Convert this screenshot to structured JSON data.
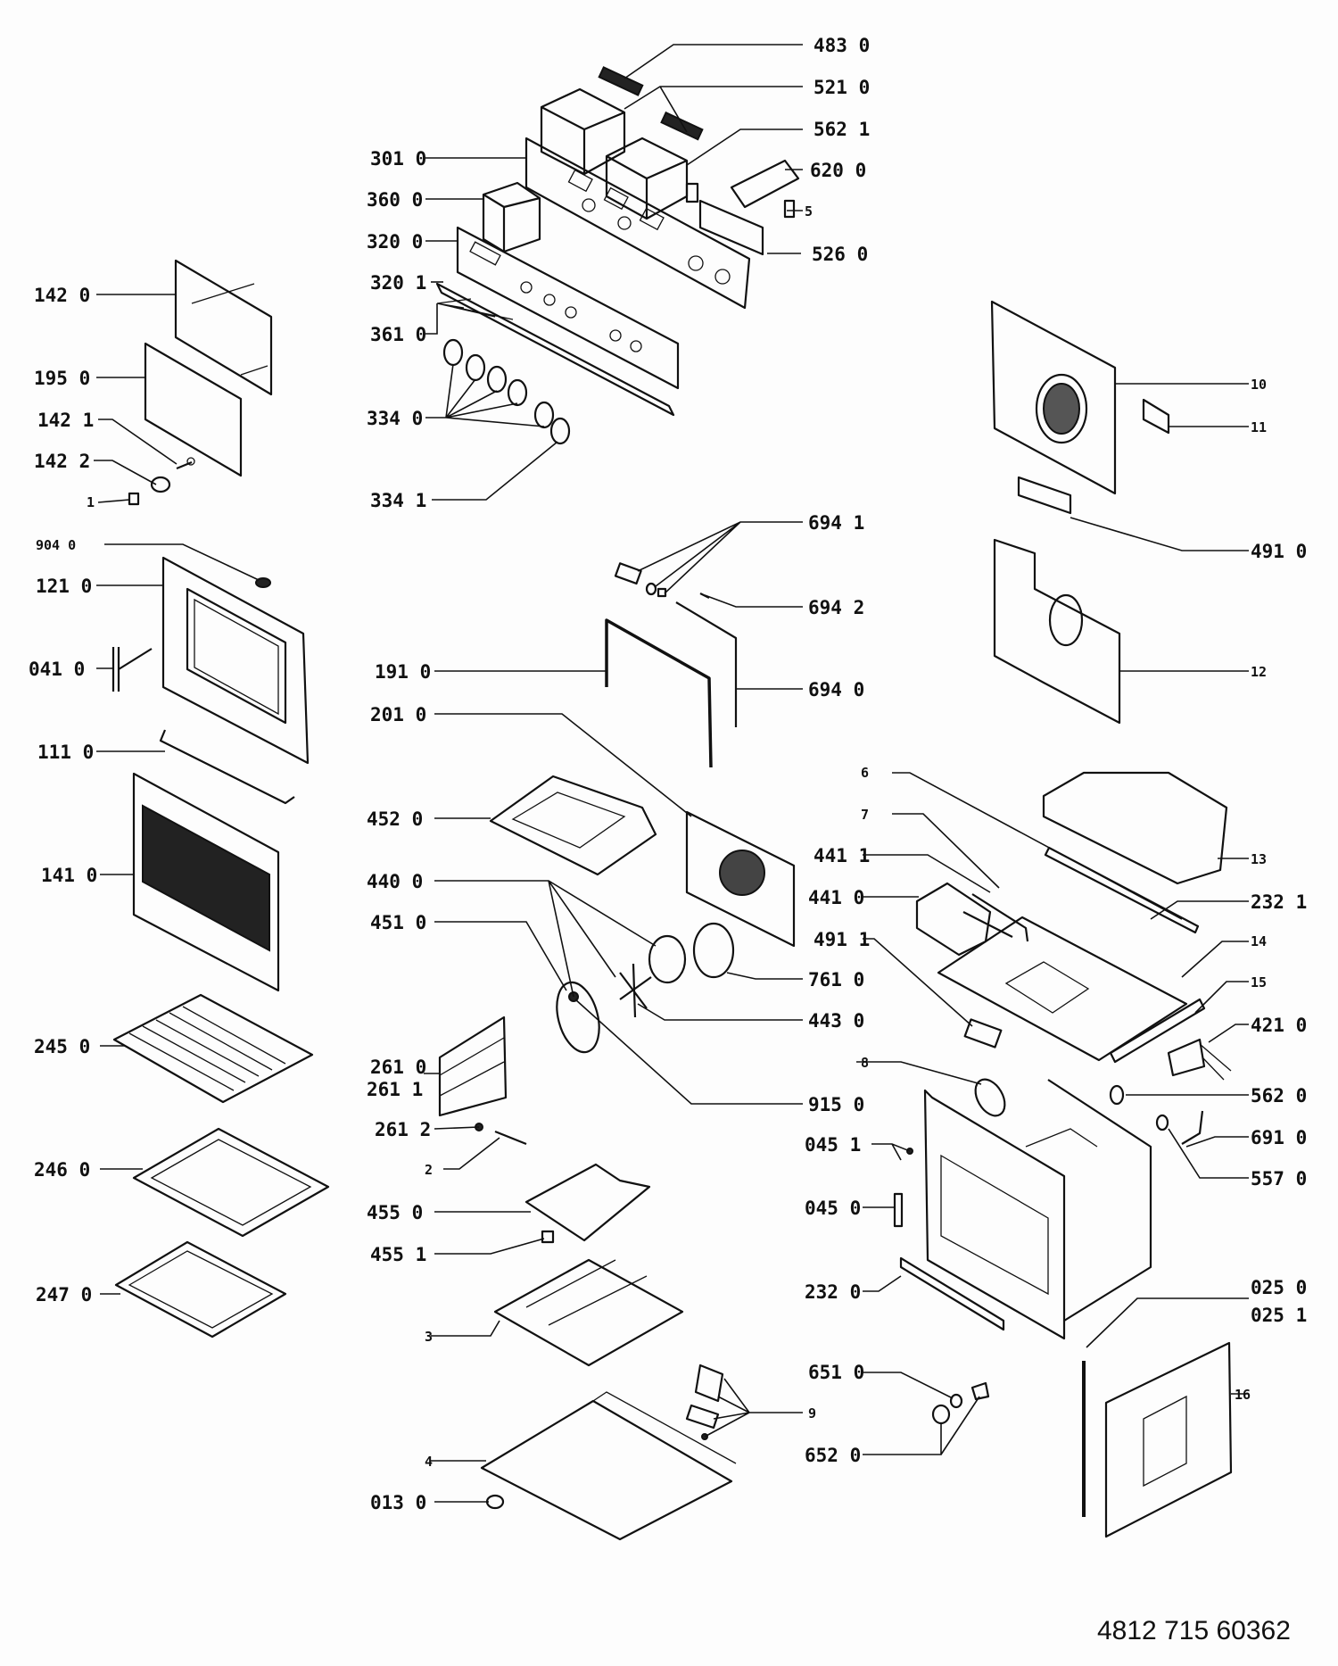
{
  "document": {
    "type": "exploded parts diagram",
    "subject": "built-in oven",
    "document_number": "4812 715 60362"
  },
  "callouts": [
    {
      "id": "c-483-0",
      "text": "483 0"
    },
    {
      "id": "c-521-0",
      "text": "521 0"
    },
    {
      "id": "c-562-1",
      "text": "562 1"
    },
    {
      "id": "c-620-0",
      "text": "620 0"
    },
    {
      "id": "c-5",
      "text": "5"
    },
    {
      "id": "c-526-0",
      "text": "526 0"
    },
    {
      "id": "c-301-0",
      "text": "301 0"
    },
    {
      "id": "c-360-0",
      "text": "360 0"
    },
    {
      "id": "c-320-0",
      "text": "320 0"
    },
    {
      "id": "c-320-1",
      "text": "320 1"
    },
    {
      "id": "c-361-0",
      "text": "361 0"
    },
    {
      "id": "c-334-0",
      "text": "334 0"
    },
    {
      "id": "c-334-1",
      "text": "334 1"
    },
    {
      "id": "c-142-0",
      "text": "142 0"
    },
    {
      "id": "c-195-0",
      "text": "195 0"
    },
    {
      "id": "c-142-1",
      "text": "142 1"
    },
    {
      "id": "c-142-2",
      "text": "142 2"
    },
    {
      "id": "c-1",
      "text": "1"
    },
    {
      "id": "c-904-0",
      "text": "904 0"
    },
    {
      "id": "c-121-0",
      "text": "121 0"
    },
    {
      "id": "c-041-0",
      "text": "041 0"
    },
    {
      "id": "c-111-0",
      "text": "111 0"
    },
    {
      "id": "c-141-0",
      "text": "141 0"
    },
    {
      "id": "c-245-0",
      "text": "245 0"
    },
    {
      "id": "c-246-0",
      "text": "246 0"
    },
    {
      "id": "c-247-0",
      "text": "247 0"
    },
    {
      "id": "c-10",
      "text": "10"
    },
    {
      "id": "c-11",
      "text": "11"
    },
    {
      "id": "c-491-0",
      "text": "491 0"
    },
    {
      "id": "c-12",
      "text": "12"
    },
    {
      "id": "c-694-1",
      "text": "694 1"
    },
    {
      "id": "c-694-2",
      "text": "694 2"
    },
    {
      "id": "c-694-0",
      "text": "694 0"
    },
    {
      "id": "c-191-0",
      "text": "191 0"
    },
    {
      "id": "c-201-0",
      "text": "201 0"
    },
    {
      "id": "c-452-0",
      "text": "452 0"
    },
    {
      "id": "c-440-0",
      "text": "440 0"
    },
    {
      "id": "c-451-0",
      "text": "451 0"
    },
    {
      "id": "c-761-0",
      "text": "761 0"
    },
    {
      "id": "c-443-0",
      "text": "443 0"
    },
    {
      "id": "c-261-0",
      "text": "261 0"
    },
    {
      "id": "c-261-1",
      "text": "261 1"
    },
    {
      "id": "c-261-2",
      "text": "261 2"
    },
    {
      "id": "c-915-0",
      "text": "915 0"
    },
    {
      "id": "c-2",
      "text": "2"
    },
    {
      "id": "c-455-0",
      "text": "455 0"
    },
    {
      "id": "c-455-1",
      "text": "455 1"
    },
    {
      "id": "c-3",
      "text": "3"
    },
    {
      "id": "c-9",
      "text": "9"
    },
    {
      "id": "c-4",
      "text": "4"
    },
    {
      "id": "c-013-0",
      "text": "013 0"
    },
    {
      "id": "c-6",
      "text": "6"
    },
    {
      "id": "c-7",
      "text": "7"
    },
    {
      "id": "c-441-1",
      "text": "441 1"
    },
    {
      "id": "c-441-0",
      "text": "441 0"
    },
    {
      "id": "c-491-1",
      "text": "491 1"
    },
    {
      "id": "c-13",
      "text": "13"
    },
    {
      "id": "c-232-1",
      "text": "232 1"
    },
    {
      "id": "c-14",
      "text": "14"
    },
    {
      "id": "c-15",
      "text": "15"
    },
    {
      "id": "c-421-0",
      "text": "421 0"
    },
    {
      "id": "c-8",
      "text": "8"
    },
    {
      "id": "c-562-0",
      "text": "562 0"
    },
    {
      "id": "c-691-0",
      "text": "691 0"
    },
    {
      "id": "c-557-0",
      "text": "557 0"
    },
    {
      "id": "c-045-1",
      "text": "045 1"
    },
    {
      "id": "c-045-0",
      "text": "045 0"
    },
    {
      "id": "c-232-0",
      "text": "232 0"
    },
    {
      "id": "c-025-0",
      "text": "025 0"
    },
    {
      "id": "c-025-1",
      "text": "025 1"
    },
    {
      "id": "c-16",
      "text": "16"
    },
    {
      "id": "c-651-0",
      "text": "651 0"
    },
    {
      "id": "c-652-0",
      "text": "652 0"
    }
  ]
}
